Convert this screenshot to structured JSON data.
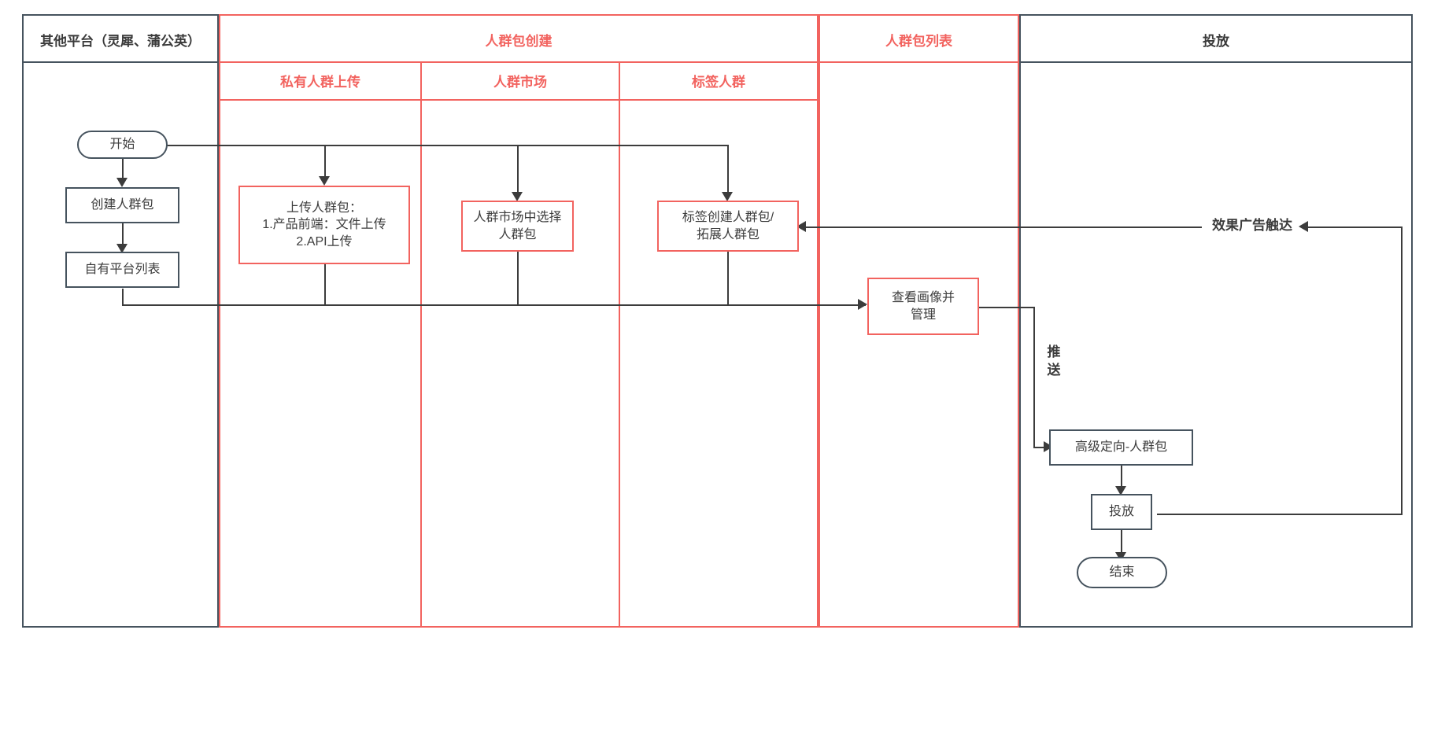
{
  "diagram": {
    "type": "swimlane-flowchart",
    "colors": {
      "accent_red": "#f2635f",
      "dark": "#46535e",
      "text": "#3c3c3c"
    },
    "lanes": [
      {
        "id": "other-platform",
        "title": "其他平台（灵犀、蒲公英）",
        "style": "dark"
      },
      {
        "id": "crowd-create",
        "title": "人群包创建",
        "style": "red",
        "sublanes": [
          {
            "id": "private-upload",
            "title": "私有人群上传"
          },
          {
            "id": "crowd-market",
            "title": "人群市场"
          },
          {
            "id": "tag-crowd",
            "title": "标签人群"
          }
        ]
      },
      {
        "id": "crowd-list",
        "title": "人群包列表",
        "style": "red"
      },
      {
        "id": "delivery",
        "title": "投放",
        "style": "dark"
      }
    ],
    "nodes": [
      {
        "id": "start",
        "label": "开始",
        "shape": "rounded",
        "style": "dark",
        "lane": "other-platform"
      },
      {
        "id": "create-pkg",
        "label": "创建人群包",
        "shape": "rect",
        "style": "dark",
        "lane": "other-platform"
      },
      {
        "id": "own-platform-list",
        "label": "自有平台列表",
        "shape": "rect",
        "style": "dark",
        "lane": "other-platform"
      },
      {
        "id": "upload-pkg",
        "label": "上传人群包：\n1.产品前端：文件上传\n2.API上传",
        "shape": "rect",
        "style": "red",
        "lane": "private-upload"
      },
      {
        "id": "market-select",
        "label": "人群市场中选择\n人群包",
        "shape": "rect",
        "style": "red",
        "lane": "crowd-market"
      },
      {
        "id": "tag-create",
        "label": "标签创建人群包/\n拓展人群包",
        "shape": "rect",
        "style": "red",
        "lane": "tag-crowd"
      },
      {
        "id": "view-manage",
        "label": "查看画像并\n管理",
        "shape": "rect",
        "style": "red",
        "lane": "crowd-list"
      },
      {
        "id": "advanced-target",
        "label": "高级定向-人群包",
        "shape": "rect",
        "style": "dark",
        "lane": "delivery"
      },
      {
        "id": "delivery-node",
        "label": "投放",
        "shape": "rect",
        "style": "dark",
        "lane": "delivery"
      },
      {
        "id": "end",
        "label": "结束",
        "shape": "rounded",
        "style": "dark",
        "lane": "delivery"
      }
    ],
    "edge_labels": [
      {
        "id": "performance-ad-reach",
        "text": "效果广告触达"
      },
      {
        "id": "push",
        "text": "推\n送"
      }
    ]
  }
}
